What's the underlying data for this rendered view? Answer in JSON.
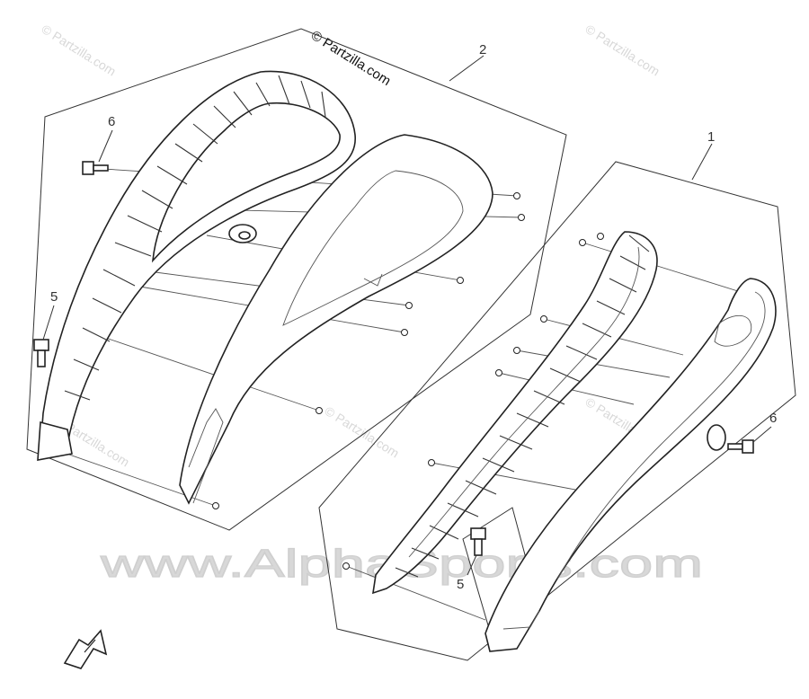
{
  "watermarks": {
    "partzilla_main": "© Partzilla.com",
    "partzilla_faint": "© Partzilla.com",
    "alphasports": "www.AlphaSports.com"
  },
  "callouts": {
    "part_1": "1",
    "part_2": "2",
    "part_5_left": "5",
    "part_5_right": "5",
    "part_6_left": "6",
    "part_6_right": "6"
  },
  "icons": {
    "front_arrow": "front-direction-arrow-icon"
  }
}
